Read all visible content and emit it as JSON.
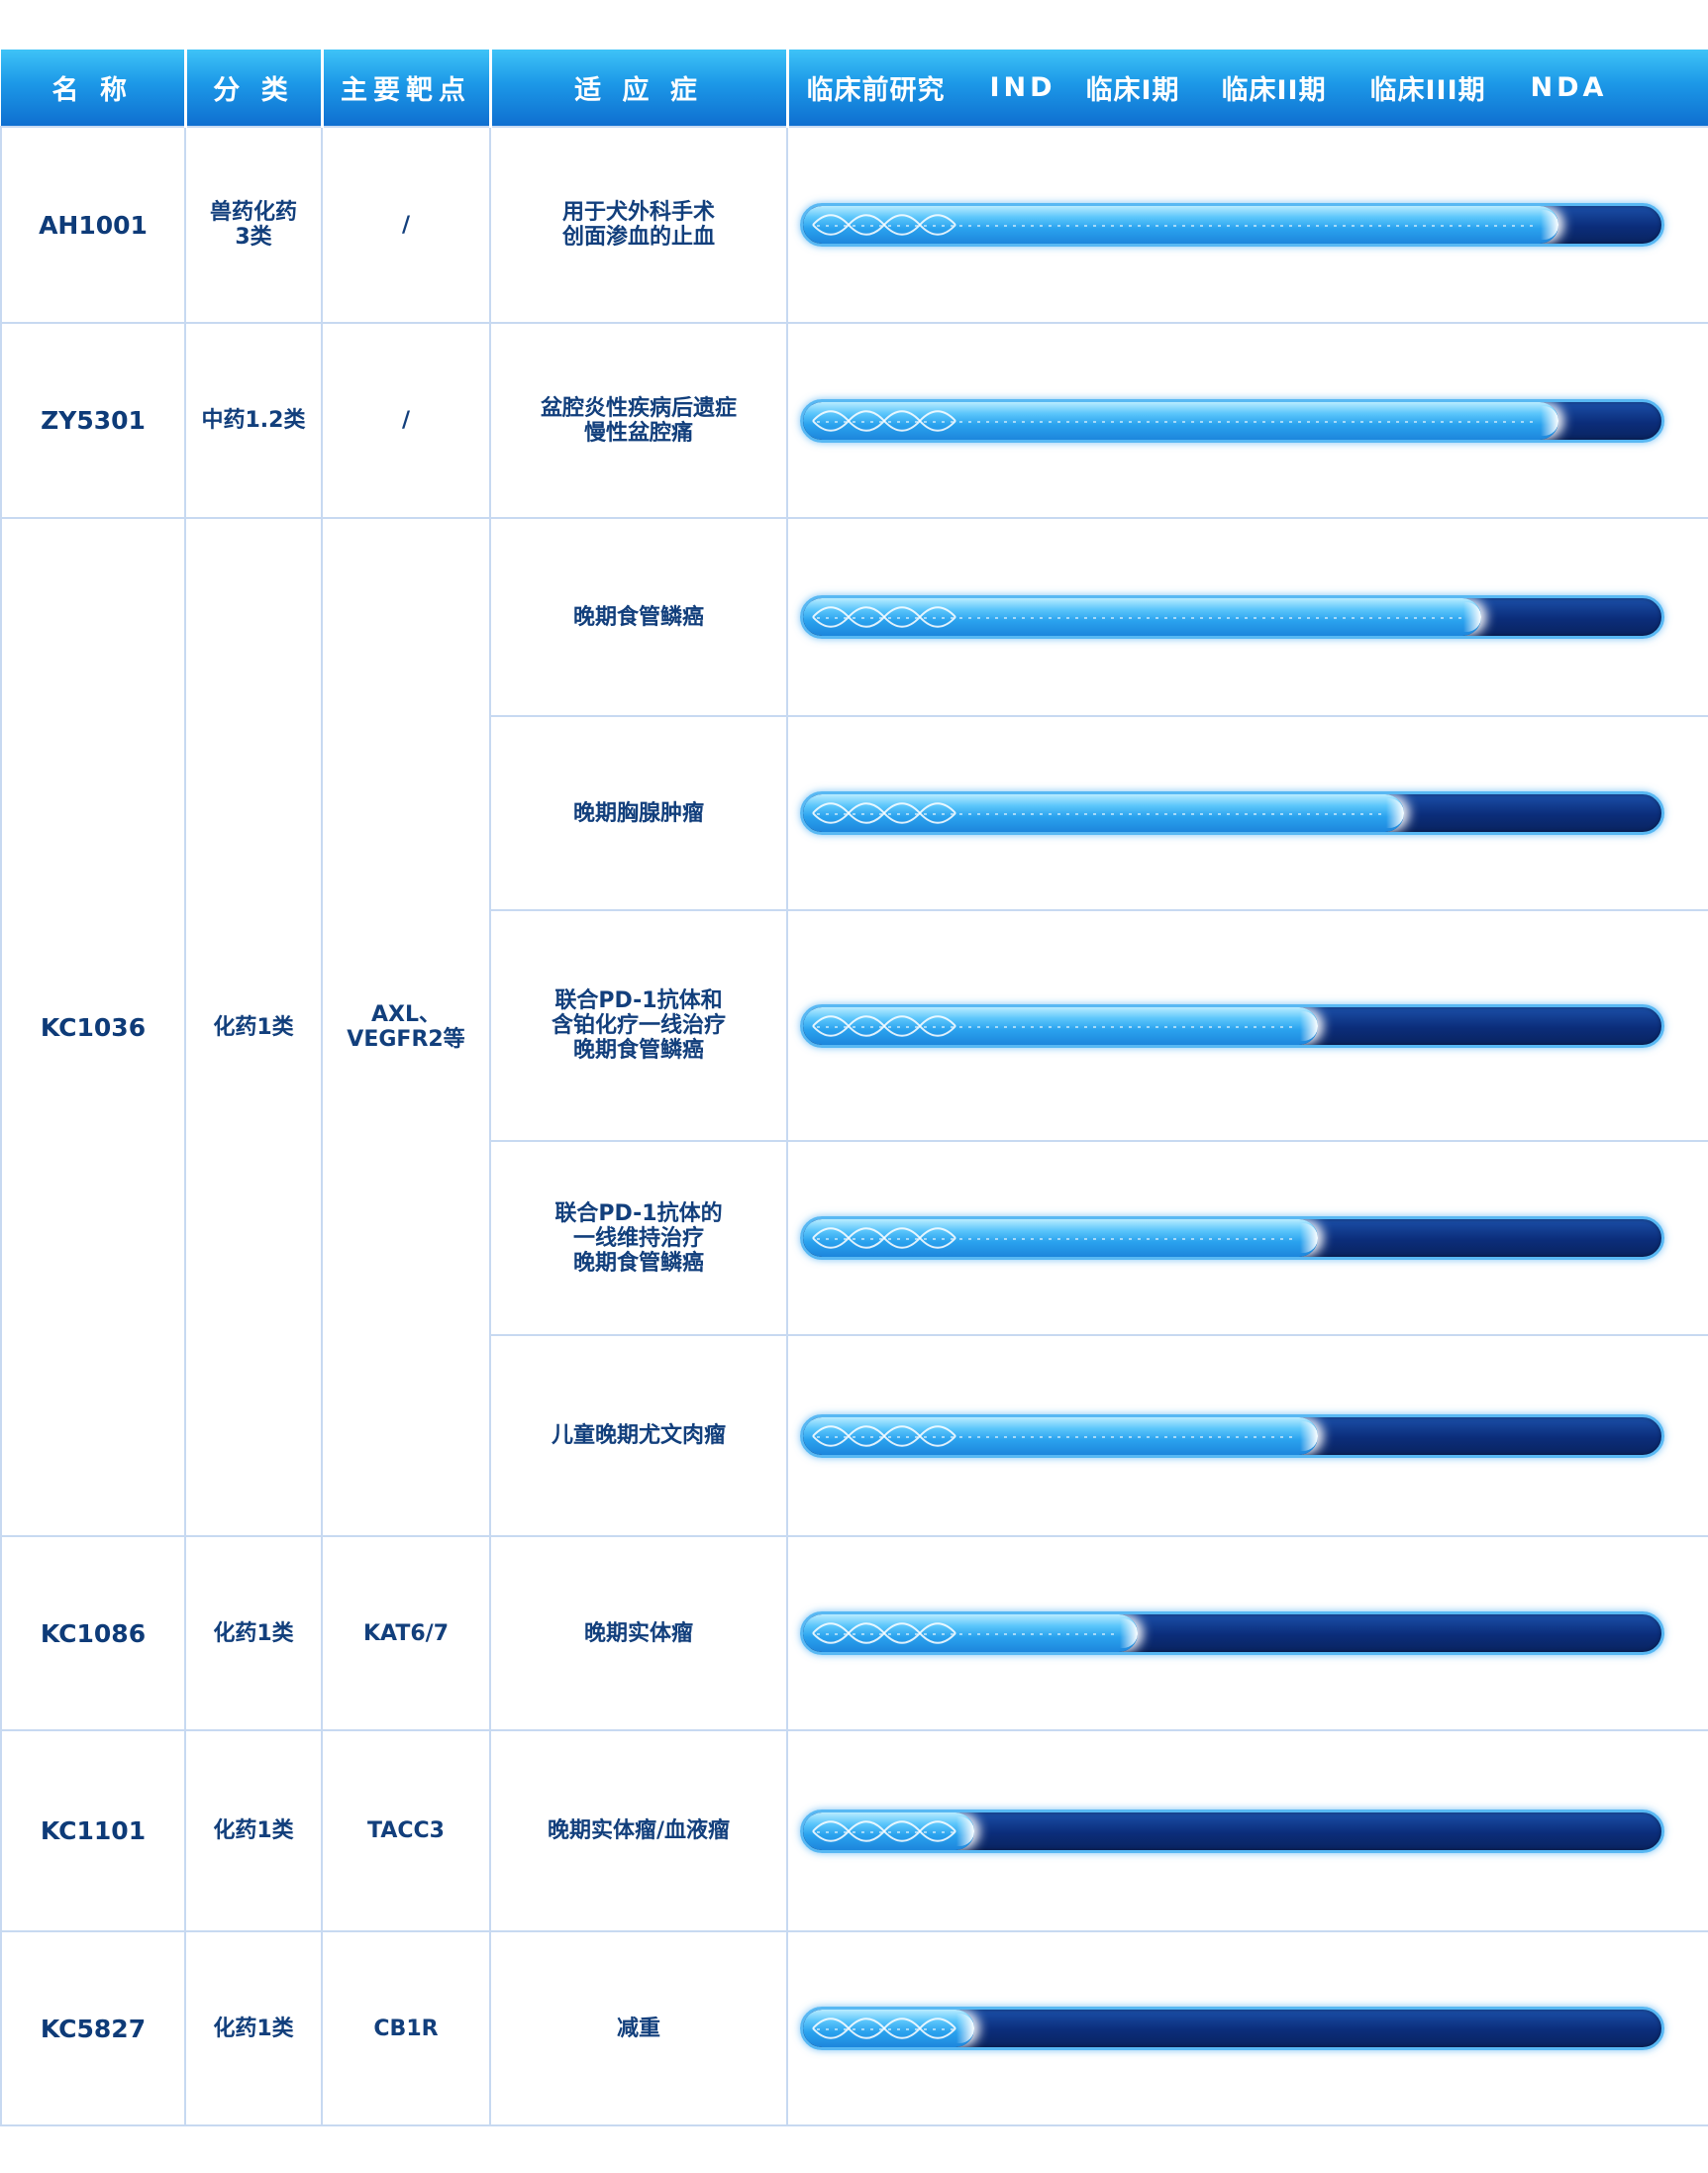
{
  "header": {
    "name": "名 称",
    "category": "分 类",
    "target": "主要靶点",
    "indication": "适 应 症",
    "stages": [
      "临床前研究",
      "IND",
      "临床I期",
      "临床II期",
      "临床III期",
      "NDA"
    ]
  },
  "rows": [
    {
      "name": "AH1001",
      "category": "兽药化药\n3类",
      "target": "/",
      "indication": "用于犬外科手术\n创面渗血的止血",
      "progress": 0.88
    },
    {
      "name": "ZY5301",
      "category": "中药1.2类",
      "target": "/",
      "indication": "盆腔炎性疾病后遗症\n慢性盆腔痛",
      "progress": 0.88
    },
    {
      "name": "KC1036",
      "category": "化药1类",
      "target": "AXL、\nVEGFR2等",
      "indication": "晚期食管鳞癌",
      "progress": 0.79
    },
    {
      "indication": "晚期胸腺肿瘤",
      "progress": 0.7
    },
    {
      "indication": "联合PD-1抗体和\n含铂化疗一线治疗\n晚期食管鳞癌",
      "progress": 0.6
    },
    {
      "indication": "联合PD-1抗体的\n一线维持治疗\n晚期食管鳞癌",
      "progress": 0.6
    },
    {
      "indication": "儿童晚期尤文肉瘤",
      "progress": 0.6
    },
    {
      "name": "KC1086",
      "category": "化药1类",
      "target": "KAT6/7",
      "indication": "晚期实体瘤",
      "progress": 0.39
    },
    {
      "name": "KC1101",
      "category": "化药1类",
      "target": "TACC3",
      "indication": "晚期实体瘤/血液瘤",
      "progress": 0.2
    },
    {
      "name": "KC5827",
      "category": "化药1类",
      "target": "CB1R",
      "indication": "减重",
      "progress": 0.2
    }
  ],
  "colors": {
    "header": "#1c98e7",
    "track": "#0b2d7a",
    "fill": "#2aa2ee",
    "text": "#123f7c",
    "grid": "#c7d9f1"
  }
}
